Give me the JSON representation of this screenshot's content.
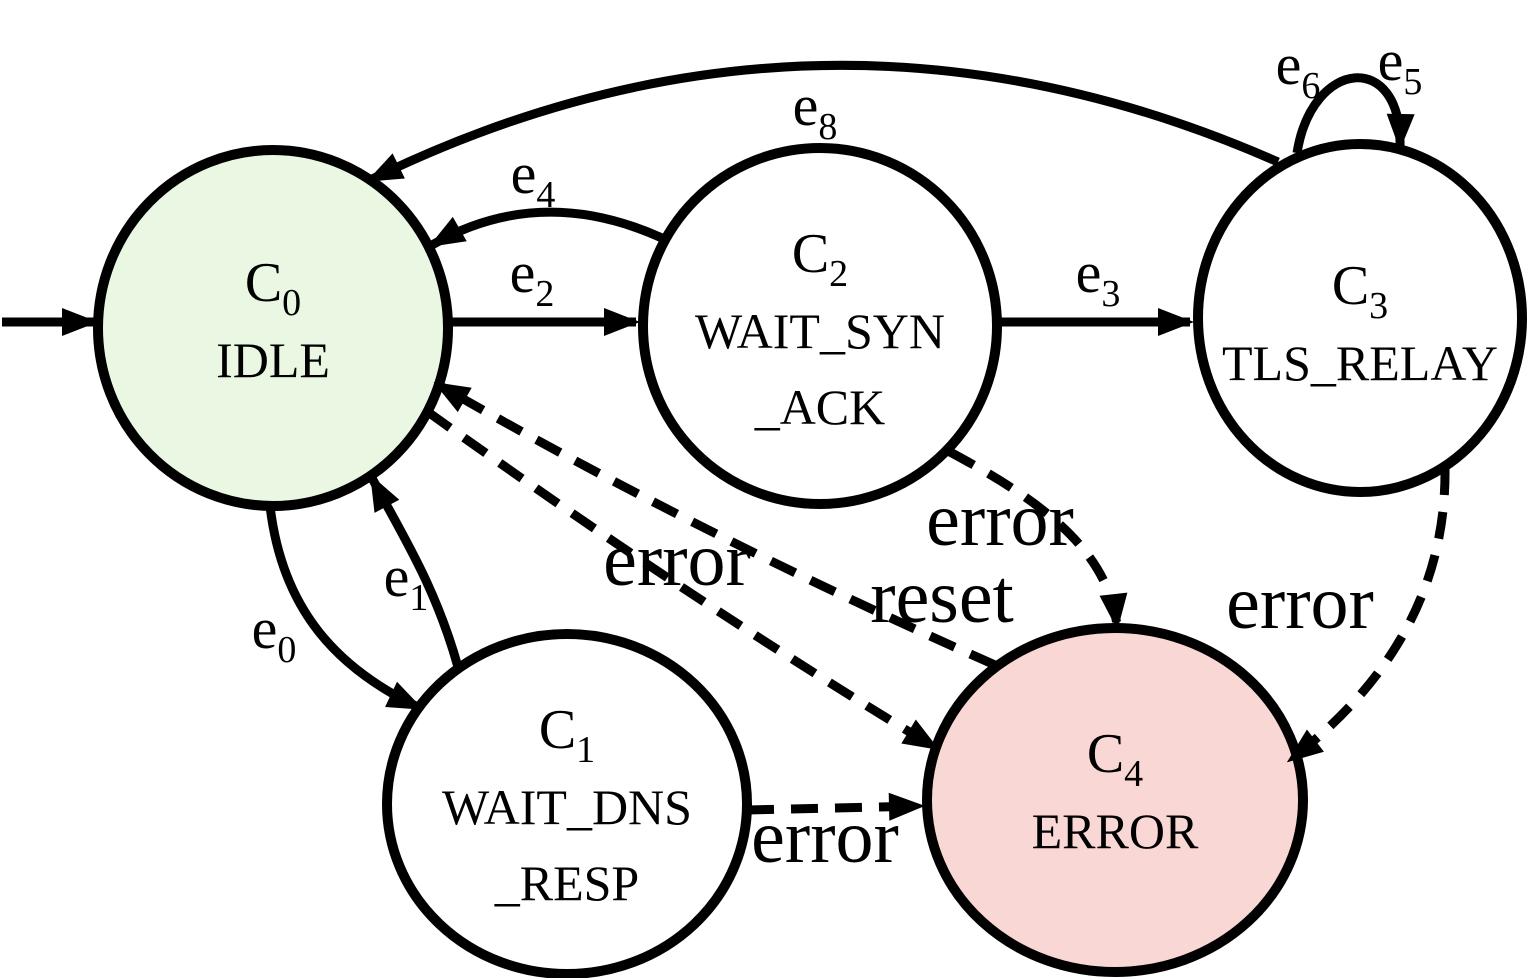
{
  "diagram": {
    "type": "state-machine",
    "colors": {
      "stroke": "#000000",
      "background": "#ffffff",
      "initial_state_fill": "#e9f7e3",
      "error_state_fill": "#f9d7d5",
      "default_state_fill": "#ffffff"
    },
    "states": [
      {
        "id": "C",
        "sub": "0",
        "name_lines": [
          "IDLE"
        ],
        "fill": "#e9f7e3"
      },
      {
        "id": "C",
        "sub": "1",
        "name_lines": [
          "WAIT_DNS",
          "_RESP"
        ],
        "fill": "#ffffff"
      },
      {
        "id": "C",
        "sub": "2",
        "name_lines": [
          "WAIT_SYN",
          "_ACK"
        ],
        "fill": "#ffffff"
      },
      {
        "id": "C",
        "sub": "3",
        "name_lines": [
          "TLS_RELAY"
        ],
        "fill": "#ffffff"
      },
      {
        "id": "C",
        "sub": "4",
        "name_lines": [
          "ERROR"
        ],
        "fill": "#f9d7d5"
      }
    ],
    "transitions": [
      {
        "from": "start",
        "to": "C0",
        "label": "",
        "style": "solid"
      },
      {
        "from": "C0",
        "to": "C1",
        "label": "e",
        "sub": "0",
        "style": "solid"
      },
      {
        "from": "C1",
        "to": "C0",
        "label": "e",
        "sub": "1",
        "style": "solid"
      },
      {
        "from": "C0",
        "to": "C2",
        "label": "e",
        "sub": "2",
        "style": "solid"
      },
      {
        "from": "C2",
        "to": "C3",
        "label": "e",
        "sub": "3",
        "style": "solid"
      },
      {
        "from": "C2",
        "to": "C0",
        "label": "e",
        "sub": "4",
        "style": "solid"
      },
      {
        "from": "C3",
        "to": "C3",
        "label": "e",
        "sub": "5",
        "style": "solid"
      },
      {
        "from": "C3",
        "to": "C3",
        "label": "e",
        "sub": "6",
        "style": "solid"
      },
      {
        "from": "C3",
        "to": "C0",
        "label": "e",
        "sub": "8",
        "style": "solid"
      },
      {
        "from": "C0",
        "to": "C4",
        "label": "error",
        "style": "dashed"
      },
      {
        "from": "C4",
        "to": "C0",
        "label": "reset",
        "style": "dashed"
      },
      {
        "from": "C1",
        "to": "C4",
        "label": "error",
        "style": "dashed"
      },
      {
        "from": "C2",
        "to": "C4",
        "label": "error",
        "style": "dashed"
      },
      {
        "from": "C3",
        "to": "C4",
        "label": "error",
        "style": "dashed"
      }
    ]
  }
}
